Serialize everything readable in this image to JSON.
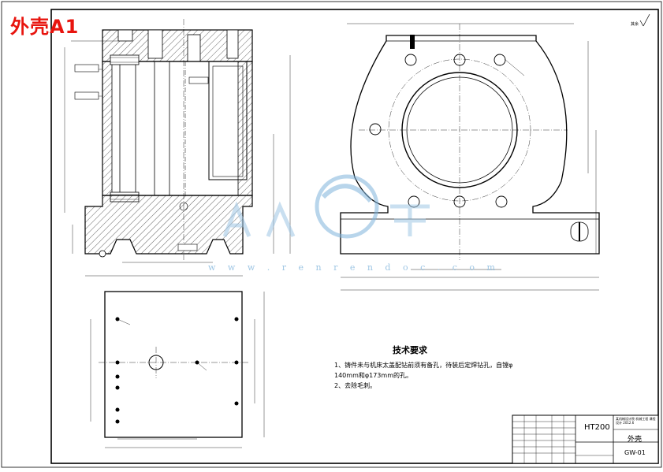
{
  "title": "外壳A1",
  "watermark": {
    "text": "人人文库",
    "url": "w w w . r e n r e n d o c . c o m"
  },
  "tech_requirements": {
    "heading": "技术要求",
    "lines": [
      "1、铸件未与机床太盖配钻前须有备孔，待装后定焊钻孔，自镗φ",
      "140mm和φ173mm的孔。",
      "2、去除毛刺。"
    ]
  },
  "title_block": {
    "material": "HT200",
    "part_name": "外壳",
    "drawing_no": "GW-01",
    "institution": "某机械设计院 机械工程 课程设计 2012.6"
  },
  "roughness_note": "其余"
}
